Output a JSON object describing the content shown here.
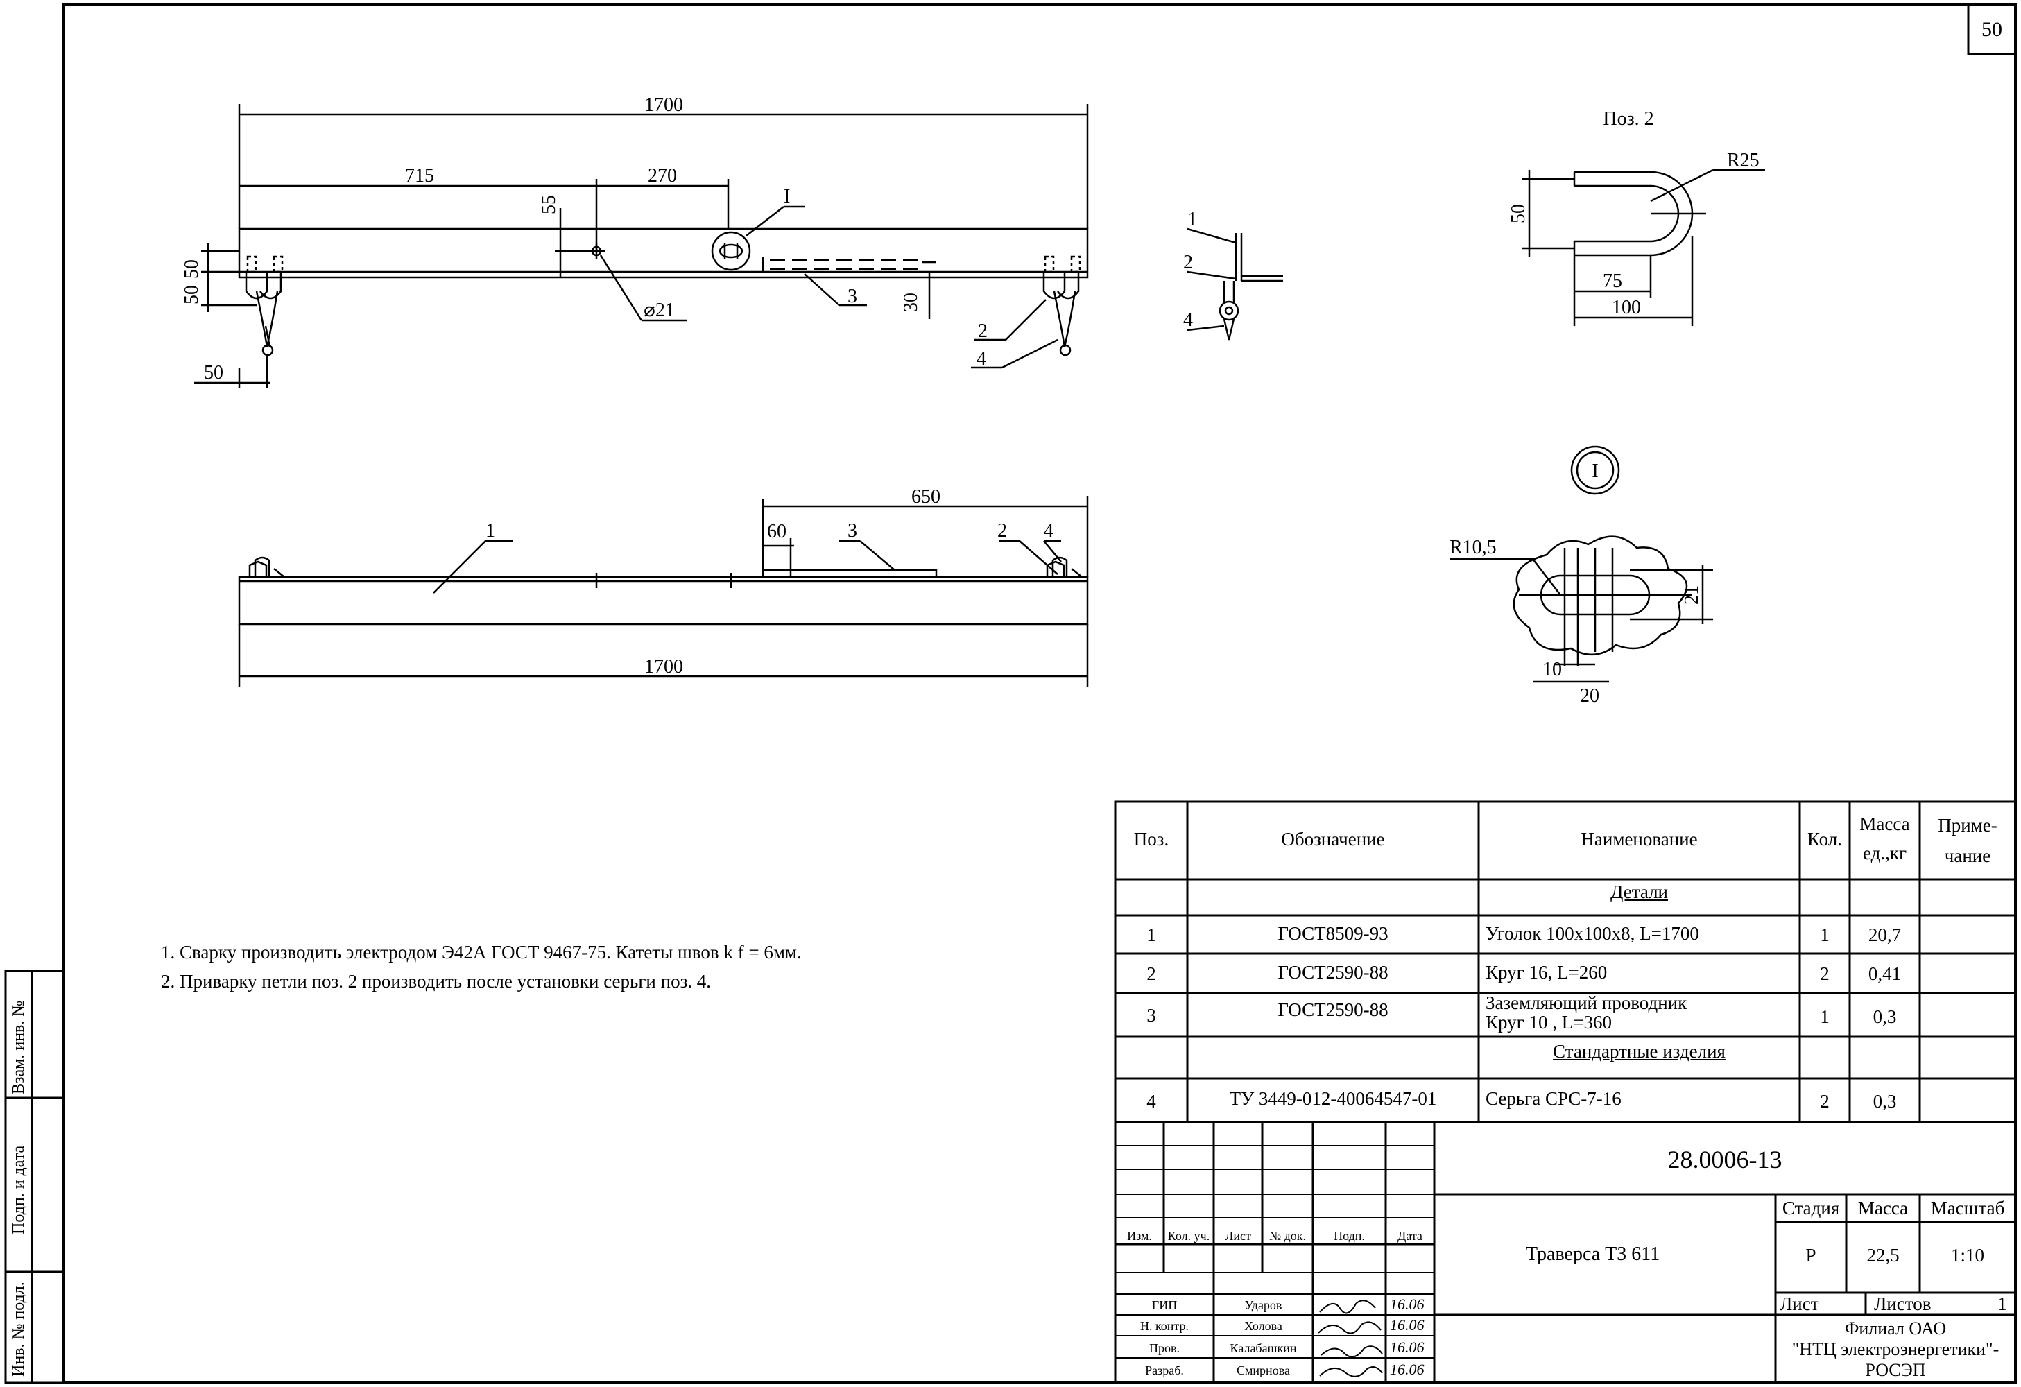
{
  "sheet_number": "50",
  "side_stamp": {
    "vzam": "Взам. инв. №",
    "podp": "Подп. и дата",
    "inv": "Инв. № подл."
  },
  "drawing_labels": {
    "dim_1700_top": "1700",
    "dim_715": "715",
    "dim_270": "270",
    "dim_55": "55",
    "dim_50a": "50",
    "dim_50b": "50",
    "dim_50c": "50",
    "dim_30": "30",
    "dia_21": "⌀21",
    "callout_I": "I",
    "pos_3_top": "3",
    "pos_2_top": "2",
    "pos_4_top": "4",
    "side_1": "1",
    "side_2": "2",
    "side_4": "4",
    "dim_650": "650",
    "dim_60": "60",
    "pos_1_bottom": "1",
    "pos_3_bottom": "3",
    "pos_2_bottom": "2",
    "pos_4_bottom": "4",
    "dim_1700_bottom": "1700",
    "poz2_title": "Поз. 2",
    "r25": "R25",
    "dim_50_poz2": "50",
    "dim_75": "75",
    "dim_100": "100",
    "detail_I": "I",
    "r105": "R10,5",
    "dim_21": "21",
    "dim_10": "10",
    "dim_20": "20"
  },
  "notes": [
    "1. Сварку производить электродом Э42А ГОСТ 9467-75.  Катеты швов k f = 6мм.",
    "2. Приварку петли поз. 2 производить после установки серьги поз. 4."
  ],
  "spec_table": {
    "headers": {
      "pos": "Поз.",
      "designation": "Обозначение",
      "name": "Наименование",
      "qty": "Кол.",
      "mass_top": "Масса",
      "mass_bottom": "ед.,кг",
      "note_top": "Приме-",
      "note_bottom": "чание"
    },
    "section_details": "Детали",
    "section_standard": "Стандартные изделия",
    "rows": [
      {
        "pos": "1",
        "designation": "ГОСТ8509-93",
        "name": "Уголок 100х100х8, L=1700",
        "name2": "",
        "qty": "1",
        "mass": "20,7"
      },
      {
        "pos": "2",
        "designation": "ГОСТ2590-88",
        "name": "Круг 16, L=260",
        "name2": "",
        "qty": "2",
        "mass": "0,41"
      },
      {
        "pos": "3",
        "designation": "ГОСТ2590-88",
        "name": "Заземляющий проводник",
        "name2": "Круг 10 , L=360",
        "qty": "1",
        "mass": "0,3"
      },
      {
        "pos": "4",
        "designation": "ТУ 3449-012-40064547-01",
        "name": "Серьга СРС-7-16",
        "name2": "",
        "qty": "2",
        "mass": "0,3"
      }
    ]
  },
  "title_block": {
    "doc_number": "28.0006-13",
    "title": "Траверса ТЗ 611",
    "stage_label": "Стадия",
    "mass_label": "Масса",
    "scale_label": "Масштаб",
    "stage": "Р",
    "mass": "22,5",
    "scale": "1:10",
    "sheet_label": "Лист",
    "sheets_label": "Листов",
    "sheets": "1",
    "org_line1": "Филиал ОАО",
    "org_line2": "\"НТЦ электроэнергетики\"-",
    "org_line3": "РОСЭП",
    "col_headers": [
      "Изм.",
      "Кол. уч.",
      "Лист",
      "№ док.",
      "Подп.",
      "Дата"
    ],
    "people": [
      {
        "role": "ГИП",
        "name": "Ударов",
        "date": "16.06"
      },
      {
        "role": "Н. контр.",
        "name": "Холова",
        "date": "16.06"
      },
      {
        "role": "Пров.",
        "name": "Калабашкин",
        "date": "16.06"
      },
      {
        "role": "Разраб.",
        "name": "Смирнова",
        "date": "16.06"
      }
    ]
  }
}
